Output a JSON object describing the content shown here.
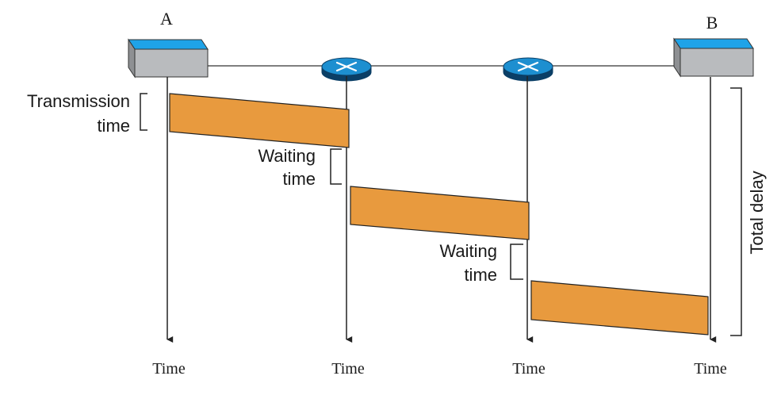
{
  "nodes": {
    "host_a": {
      "label": "A"
    },
    "host_b": {
      "label": "B"
    }
  },
  "annotations": {
    "transmission": {
      "line1": "Transmission",
      "line2": "time"
    },
    "waiting_1": {
      "line1": "Waiting",
      "line2": "time"
    },
    "waiting_2": {
      "line1": "Waiting",
      "line2": "time"
    },
    "total_delay": "Total delay"
  },
  "axis_labels": [
    "Time",
    "Time",
    "Time",
    "Time"
  ],
  "colors": {
    "packet_fill": "#E89A3E",
    "host_top": "#1FA3E8",
    "host_body": "#B9BBBE",
    "router_body": "#1D8FD0",
    "router_base": "#0B3F66",
    "line": "#333333"
  }
}
